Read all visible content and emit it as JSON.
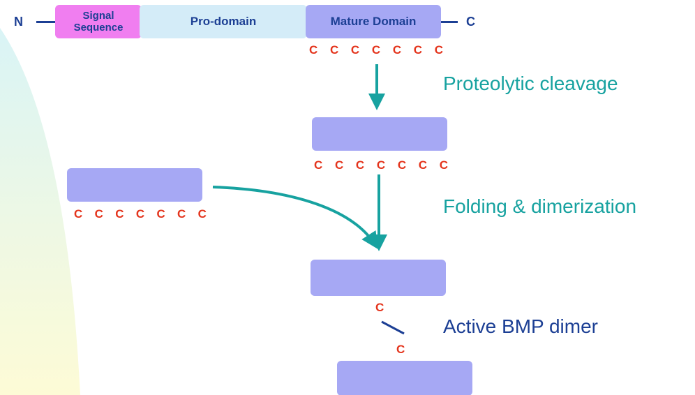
{
  "precursor": {
    "n_terminus": "N",
    "c_terminus": "C",
    "signal_sequence_line1": "Signal",
    "signal_sequence_line2": "Sequence",
    "pro_domain": "Pro-domain",
    "mature_domain": "Mature Domain",
    "cysteines": [
      "C",
      "C",
      "C",
      "C",
      "C",
      "C",
      "C"
    ]
  },
  "mature_monomer": {
    "cysteines": [
      "C",
      "C",
      "C",
      "C",
      "C",
      "C",
      "C"
    ]
  },
  "second_monomer": {
    "cysteines": [
      "C",
      "C",
      "C",
      "C",
      "C",
      "C",
      "C"
    ]
  },
  "dimer": {
    "top_cysteine": "C",
    "bottom_cysteine": "C"
  },
  "steps": {
    "cleavage": "Proteolytic cleavage",
    "folding": "Folding & dimerization",
    "active": "Active BMP dimer"
  },
  "colors": {
    "signal": "#f07ef0",
    "pro": "#d4ecf8",
    "mature": "#a6a8f4",
    "cysteine": "#e4341c",
    "arrow": "#17a2a0",
    "dark_blue": "#1c3f94"
  }
}
